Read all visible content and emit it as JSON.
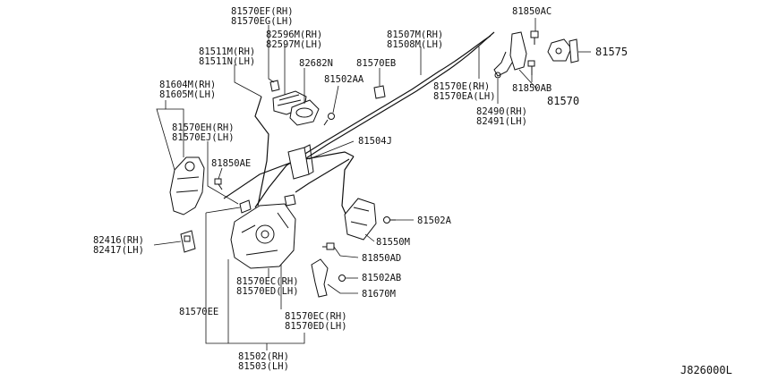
{
  "diagram": {
    "reference_code": "J826000L",
    "labels": {
      "p81570EF": "81570EF(RH)",
      "p81570EG": "81570EG(LH)",
      "p82596M": "82596M(RH)",
      "p82597M": "82597M(LH)",
      "p81507M": "81507M(RH)",
      "p81508M": "81508M(LH)",
      "p81850AC": "81850AC",
      "p81511M": "81511M(RH)",
      "p81511N": "81511N(LH)",
      "p82682N": "82682N",
      "p81570EB": "81570EB",
      "p81575": "81575",
      "p81604M": "81604M(RH)",
      "p81605M": "81605M(LH)",
      "p81502AA": "81502AA",
      "p81570E": "81570E(RH)",
      "p81570EA": "81570EA(LH)",
      "p81850AB": "81850AB",
      "p81570": "81570",
      "p81570EH": "81570EH(RH)",
      "p81570EJ": "81570EJ(LH)",
      "p82490": "82490(RH)",
      "p82491": "82491(LH)",
      "p81504J": "81504J",
      "p81850AE": "81850AE",
      "p81502A": "81502A",
      "p82416": "82416(RH)",
      "p82417": "82417(LH)",
      "p81550M": "81550M",
      "p81850AD": "81850AD",
      "p81502AB": "81502AB",
      "p81570EC_a": "81570EC(RH)",
      "p81570ED_a": "81570ED(LH)",
      "p81670M": "81670M",
      "p81570EE": "81570EE",
      "p81570EC_b": "81570EC(RH)",
      "p81570ED_b": "81570ED(LH)",
      "p81502": "81502(RH)",
      "p81503": "81503(LH)"
    }
  }
}
